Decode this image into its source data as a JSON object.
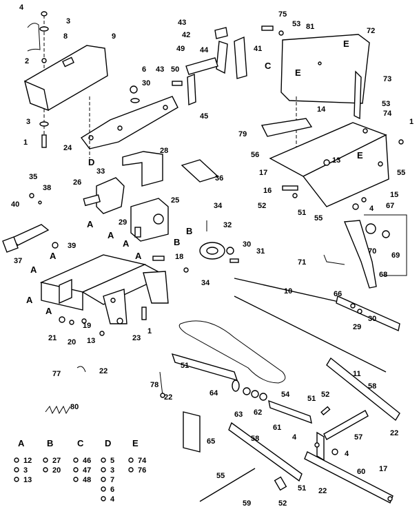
{
  "callouts": [
    {
      "n": "4"
    },
    {
      "n": "3"
    },
    {
      "n": "8"
    },
    {
      "n": "9"
    },
    {
      "n": "2"
    },
    {
      "n": "3"
    },
    {
      "n": "1"
    },
    {
      "n": "24"
    },
    {
      "n": "43"
    },
    {
      "n": "42"
    },
    {
      "n": "44"
    },
    {
      "n": "41"
    },
    {
      "n": "49"
    },
    {
      "n": "50"
    },
    {
      "n": "43"
    },
    {
      "n": "6"
    },
    {
      "n": "30"
    },
    {
      "n": "45"
    },
    {
      "n": "28"
    },
    {
      "n": "33"
    },
    {
      "n": "36"
    },
    {
      "n": "26"
    },
    {
      "n": "25"
    },
    {
      "n": "35"
    },
    {
      "n": "38"
    },
    {
      "n": "40"
    },
    {
      "n": "39"
    },
    {
      "n": "37"
    },
    {
      "n": "29"
    },
    {
      "n": "34"
    },
    {
      "n": "32"
    },
    {
      "n": "30"
    },
    {
      "n": "31"
    },
    {
      "n": "18"
    },
    {
      "n": "34"
    },
    {
      "n": "75"
    },
    {
      "n": "53"
    },
    {
      "n": "81"
    },
    {
      "n": "72"
    },
    {
      "n": "73"
    },
    {
      "n": "14"
    },
    {
      "n": "53"
    },
    {
      "n": "74"
    },
    {
      "n": "1"
    },
    {
      "n": "79"
    },
    {
      "n": "56"
    },
    {
      "n": "13"
    },
    {
      "n": "17"
    },
    {
      "n": "16"
    },
    {
      "n": "52"
    },
    {
      "n": "51"
    },
    {
      "n": "55"
    },
    {
      "n": "55"
    },
    {
      "n": "15"
    },
    {
      "n": "4"
    },
    {
      "n": "67"
    },
    {
      "n": "70"
    },
    {
      "n": "69"
    },
    {
      "n": "71"
    },
    {
      "n": "68"
    },
    {
      "n": "10"
    },
    {
      "n": "66"
    },
    {
      "n": "29"
    },
    {
      "n": "30"
    },
    {
      "n": "19"
    },
    {
      "n": "21"
    },
    {
      "n": "20"
    },
    {
      "n": "13"
    },
    {
      "n": "23"
    },
    {
      "n": "11"
    },
    {
      "n": "51"
    },
    {
      "n": "54"
    },
    {
      "n": "77"
    },
    {
      "n": "22"
    },
    {
      "n": "78"
    },
    {
      "n": "22"
    },
    {
      "n": "64"
    },
    {
      "n": "63"
    },
    {
      "n": "62"
    },
    {
      "n": "58"
    },
    {
      "n": "80"
    },
    {
      "n": "51"
    },
    {
      "n": "52"
    },
    {
      "n": "61"
    },
    {
      "n": "57"
    },
    {
      "n": "22"
    },
    {
      "n": "65"
    },
    {
      "n": "58"
    },
    {
      "n": "4"
    },
    {
      "n": "4"
    },
    {
      "n": "55"
    },
    {
      "n": "60"
    },
    {
      "n": "17"
    },
    {
      "n": "52"
    },
    {
      "n": "51"
    },
    {
      "n": "22"
    },
    {
      "n": "59"
    },
    {
      "n": "1"
    },
    {
      "n": "C"
    },
    {
      "n": "D"
    },
    {
      "n": "E"
    },
    {
      "n": "E"
    },
    {
      "n": "E"
    },
    {
      "n": "B"
    },
    {
      "n": "B"
    },
    {
      "n": "A"
    },
    {
      "n": "A"
    },
    {
      "n": "A"
    },
    {
      "n": "A"
    },
    {
      "n": "A"
    },
    {
      "n": "A"
    },
    {
      "n": "A"
    },
    {
      "n": "A"
    }
  ],
  "legend": [
    {
      "letter": "A",
      "items": [
        {
          "n": "12"
        },
        {
          "n": "3"
        },
        {
          "n": "13"
        }
      ]
    },
    {
      "letter": "B",
      "items": [
        {
          "n": "27"
        },
        {
          "n": "20"
        }
      ]
    },
    {
      "letter": "C",
      "items": [
        {
          "n": "46"
        },
        {
          "n": "47"
        },
        {
          "n": "48"
        }
      ]
    },
    {
      "letter": "D",
      "items": [
        {
          "n": "5"
        },
        {
          "n": "3"
        },
        {
          "n": "7"
        },
        {
          "n": "6"
        },
        {
          "n": "4"
        }
      ]
    },
    {
      "letter": "E",
      "items": [
        {
          "n": "74"
        },
        {
          "n": "76"
        }
      ]
    }
  ]
}
